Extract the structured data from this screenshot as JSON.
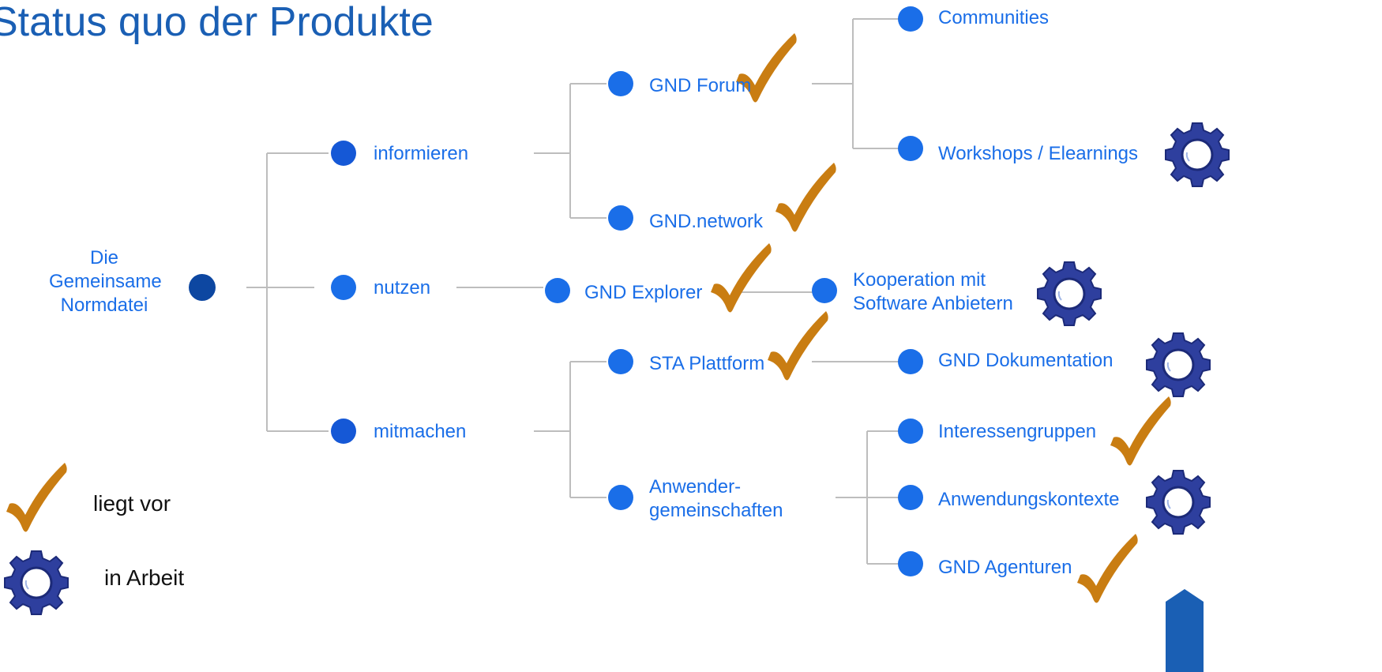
{
  "title": "Status quo der Produkte",
  "root": {
    "label": "Die\nGemeinsame\nNormdatei"
  },
  "level1": [
    "informieren",
    "nutzen",
    "mitmachen"
  ],
  "level2": [
    "GND Forum",
    "GND.network",
    "GND Explorer",
    "STA Plattform",
    "Anwender-\ngemeinschaften"
  ],
  "level3": [
    "Communities",
    "Workshops / Elearnings",
    "Kooperation mit\nSoftware Anbietern",
    "GND Dokumentation",
    "Interessengruppen",
    "Anwendungskontexte",
    "GND Agenturen"
  ],
  "status": {
    "GND Forum": "liegt vor",
    "GND.network": "liegt vor",
    "GND Explorer": "liegt vor",
    "STA Plattform": "liegt vor",
    "Workshops / Elearnings": "in Arbeit",
    "Kooperation mit Software Anbietern": "in Arbeit",
    "GND Dokumentation": "in Arbeit",
    "Interessengruppen": "liegt vor",
    "Anwendungskontexte": "in Arbeit",
    "GND Agenturen": "liegt vor"
  },
  "legend": {
    "done": "liegt vor",
    "in_progress": "in Arbeit"
  },
  "icons": {
    "done": "checkmark-icon",
    "in_progress": "gear-icon"
  },
  "colors": {
    "node": "#1a6ee8",
    "root_node": "#0d47a1",
    "check": "#c97d12",
    "gear": "#2e3f9e",
    "connector": "#bdbdbd"
  }
}
